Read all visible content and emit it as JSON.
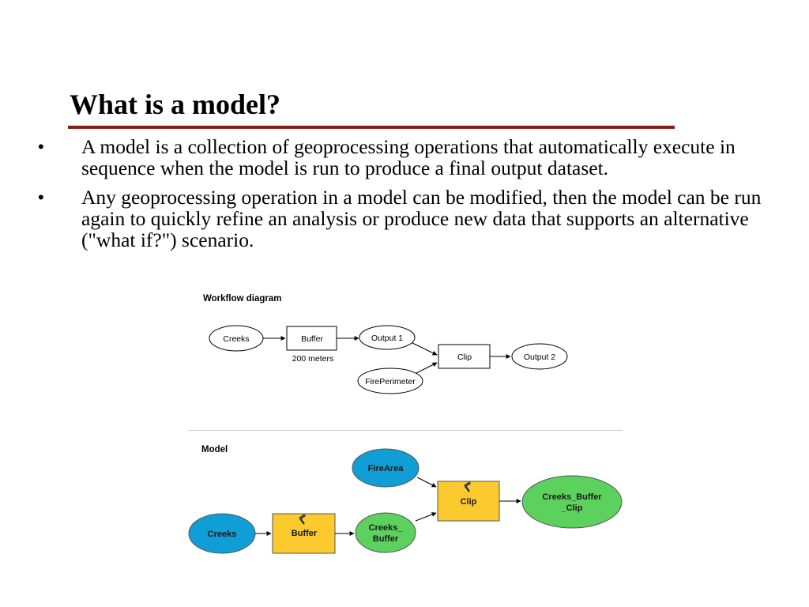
{
  "slide": {
    "title": "What is a model?",
    "bullets": [
      "A model is a collection of geoprocessing operations that automatically execute in sequence when the model is run to produce a final output dataset.",
      "Any geoprocessing operation in a model can be modified, then the model can be run again to quickly refine an analysis or produce new data that supports an alternative (\"what if?\") scenario."
    ],
    "bullet_symbol": "•"
  },
  "workflow": {
    "heading": "Workflow diagram",
    "creeks": "Creeks",
    "buffer": "Buffer",
    "buffer_param": "200 meters",
    "output1": "Output 1",
    "clip": "Clip",
    "output2": "Output 2",
    "fireperimeter": "FirePerimeter"
  },
  "model": {
    "heading": "Model",
    "firearea": "FireArea",
    "clip": "Clip",
    "clip_output_line1": "Creeks_Buffer",
    "clip_output_line2": "_Clip",
    "creeks": "Creeks",
    "buffer": "Buffer",
    "buffer_output_line1": "Creeks_",
    "buffer_output_line2": "Buffer"
  },
  "colors": {
    "title_rule": "#8b1a1a",
    "input_blue": "#0f9ed5",
    "tool_yellow": "#fcc92e",
    "output_green": "#5dd15d"
  },
  "icons": {
    "tool": "hammer-icon"
  }
}
